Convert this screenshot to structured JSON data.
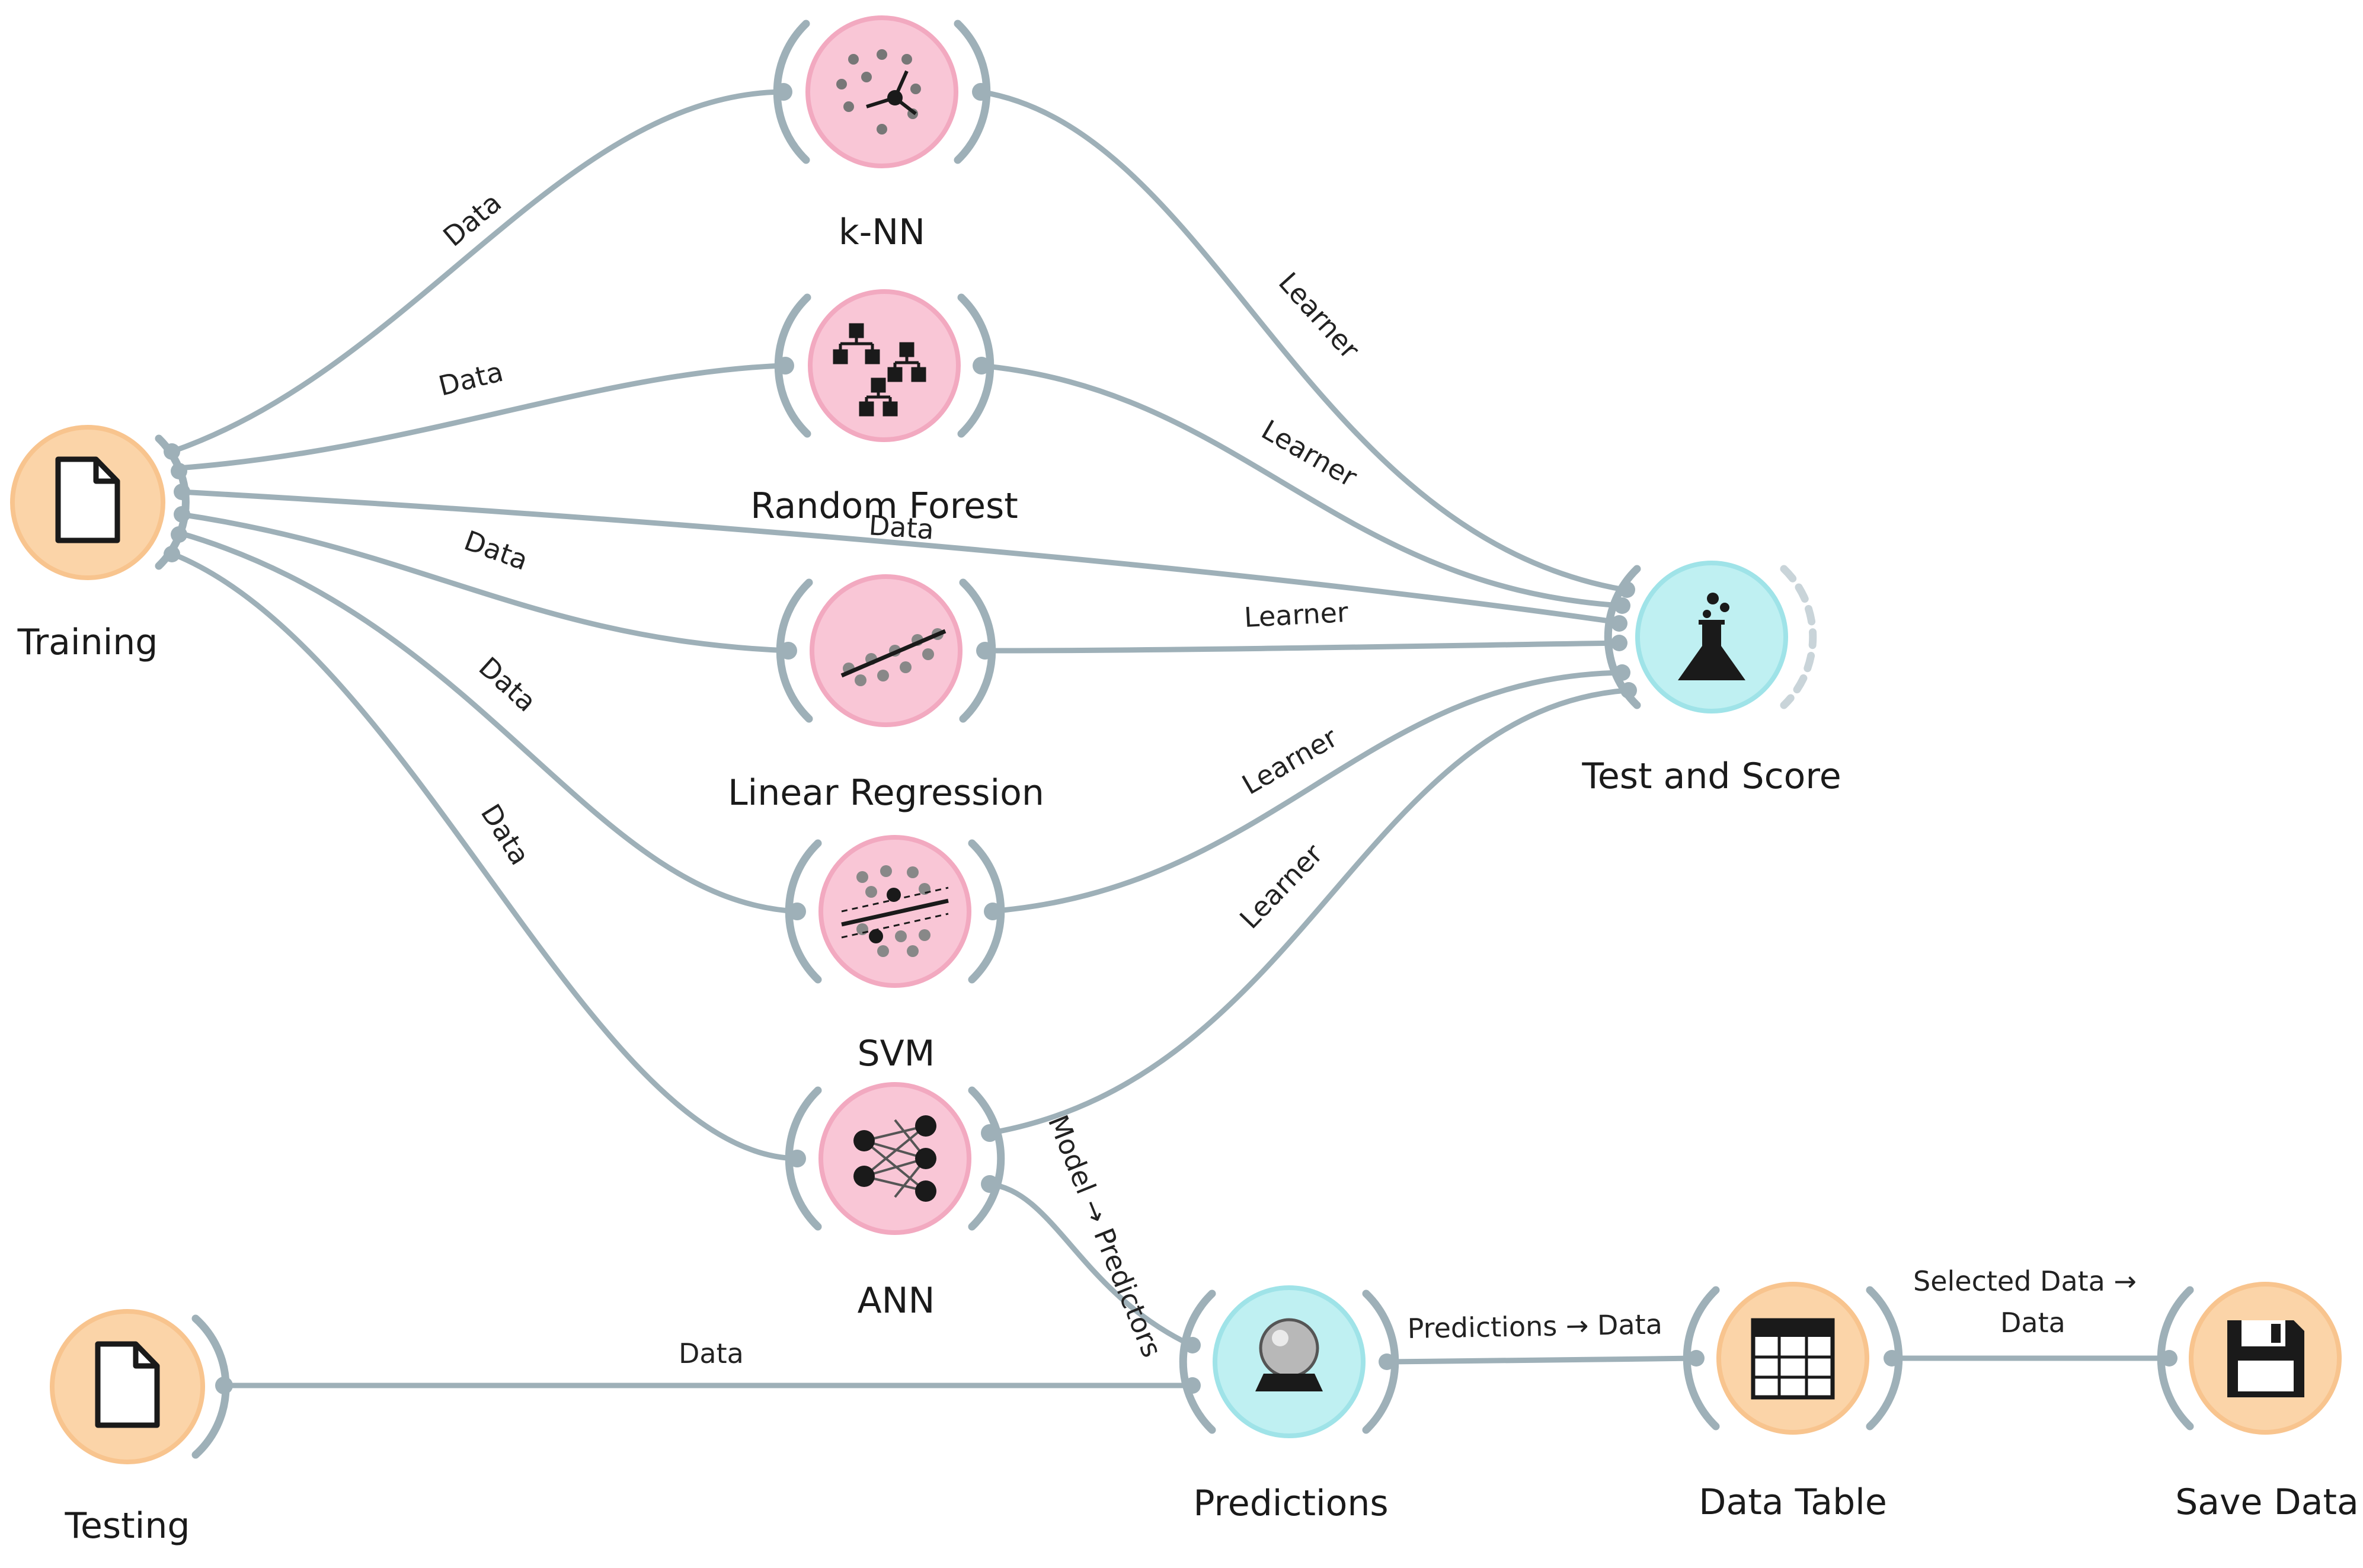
{
  "colors": {
    "data_node": "#fbd4a8",
    "data_node_ring": "#f8c48e",
    "model_node": "#f9c6d6",
    "model_node_ring": "#f2a9c0",
    "eval_node": "#bff0f2",
    "eval_node_ring": "#9fe3e8",
    "link": "#9eb0b8",
    "label": "#1a1a1a"
  },
  "nodes": {
    "training": {
      "label": "Training",
      "icon": "file-icon",
      "kind": "data"
    },
    "testing": {
      "label": "Testing",
      "icon": "file-icon",
      "kind": "data"
    },
    "knn": {
      "label": "k-NN",
      "icon": "knn-scatter-icon",
      "kind": "model"
    },
    "random_forest": {
      "label": "Random Forest",
      "icon": "tree-icon",
      "kind": "model"
    },
    "linear_regression": {
      "label": "Linear Regression",
      "icon": "regression-line-icon",
      "kind": "model"
    },
    "svm": {
      "label": "SVM",
      "icon": "svm-margin-icon",
      "kind": "model"
    },
    "ann": {
      "label": "ANN",
      "icon": "neural-network-icon",
      "kind": "model"
    },
    "test_and_score": {
      "label": "Test and Score",
      "icon": "flask-icon",
      "kind": "eval"
    },
    "predictions": {
      "label": "Predictions",
      "icon": "crystal-ball-icon",
      "kind": "eval"
    },
    "data_table": {
      "label": "Data Table",
      "icon": "table-icon",
      "kind": "data"
    },
    "save_data": {
      "label": "Save Data",
      "icon": "floppy-disk-icon",
      "kind": "data"
    }
  },
  "links": {
    "training_knn": "Data",
    "training_rf": "Data",
    "training_test": "Data",
    "training_lr": "Data",
    "training_svm": "Data",
    "training_ann": "Data",
    "knn_test": "Learner",
    "rf_test": "Learner",
    "lr_test": "Learner",
    "svm_test": "Learner",
    "ann_test": "Learner",
    "ann_predictions": "Model → Predictors",
    "testing_predictions": "Data",
    "predictions_table": "Predictions → Data",
    "table_save_line1": "Selected Data →",
    "table_save_line2": "Data"
  }
}
